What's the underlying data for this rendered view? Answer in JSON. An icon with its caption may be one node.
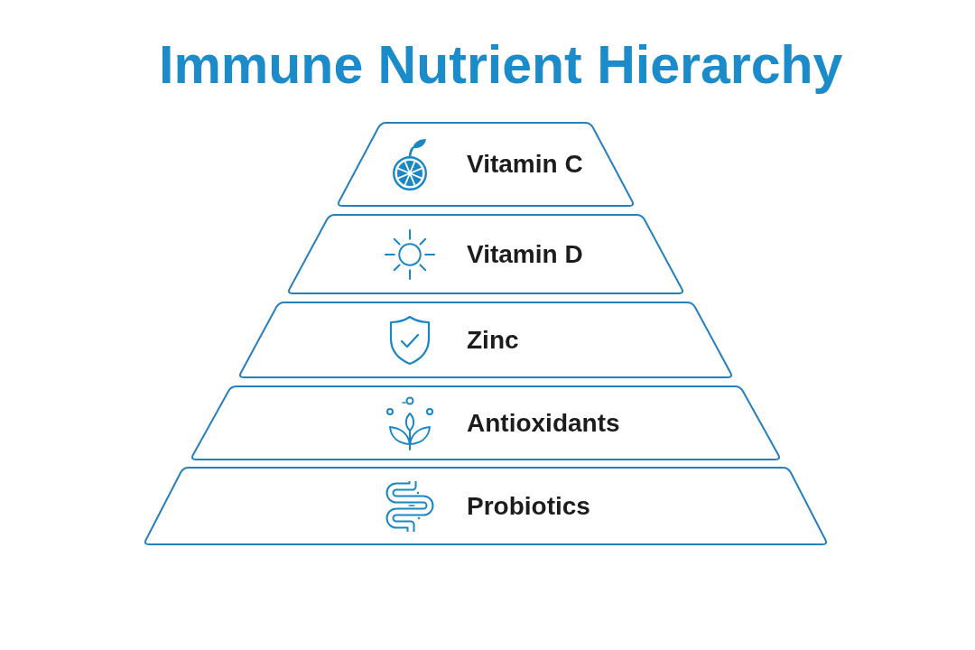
{
  "diagram": {
    "title": "Immune Nutrient Hierarchy",
    "nodes": [
      {
        "text": [
          "Vitamin C"
        ]
      },
      {
        "text": [
          "Vitamin D"
        ]
      },
      {
        "text": [
          "Zinc"
        ]
      },
      {
        "text": [
          "Antioxidants"
        ]
      },
      {
        "text": [
          "Probiotics"
        ]
      }
    ]
  }
}
